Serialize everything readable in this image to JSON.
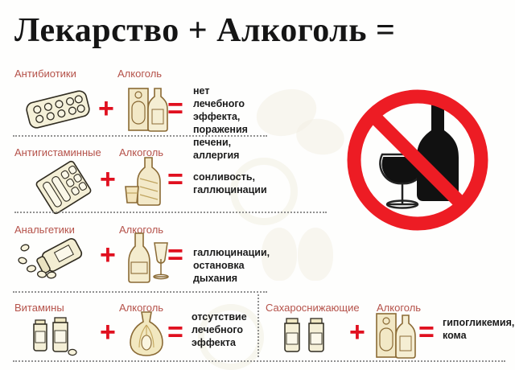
{
  "title": "Лекарство + Алкоголь =",
  "symbols": {
    "plus": "+",
    "equals": "="
  },
  "colors": {
    "label_red": "#b5524a",
    "sign_red": "#e0101f",
    "text_black": "#1b1b1b",
    "background": "#fefefd",
    "artwork_fill": "#f2eccd",
    "artwork_stroke": "#3a3528"
  },
  "alcohol_label": "Алкоголь",
  "rows": [
    {
      "drug": "Антибиотики",
      "alcohol": "Алкоголь",
      "drug_icon": "blister-pack-icon",
      "alcohol_icon": "vodka-box-and-bottle-icon",
      "outcome": "нет лечебного эффекта,\nпоражения печени,\nаллергия"
    },
    {
      "drug": "Антигистаминные",
      "alcohol": "Алкоголь",
      "drug_icon": "pill-blister-card-icon",
      "alcohol_icon": "whiskey-bottle-and-glass-icon",
      "outcome": "сонливость, галлюцинации"
    },
    {
      "drug": "Анальгетики",
      "alcohol": "Алкоголь",
      "drug_icon": "spilled-pill-bottle-icon",
      "alcohol_icon": "champagne-bottle-and-flute-icon",
      "outcome": "галлюцинации, остановка дыхания"
    },
    {
      "drug": "Витамины",
      "alcohol": "Алкоголь",
      "drug_icon": "vitamin-jars-icon",
      "alcohol_icon": "wine-flask-icon",
      "outcome": "отсутствие\nлечебного\nэффекта"
    },
    {
      "drug": "Сахароснижающие",
      "alcohol": "Алкоголь",
      "drug_icon": "medicine-vials-icon",
      "alcohol_icon": "vodka-box-and-bottle-icon",
      "outcome": "гипогликемия,\nкома"
    }
  ],
  "prohibition_sign": {
    "name": "no-alcohol-sign",
    "ring_color": "#ed1c24",
    "contents": [
      "wine-bottle-icon",
      "wine-glass-icon"
    ]
  }
}
